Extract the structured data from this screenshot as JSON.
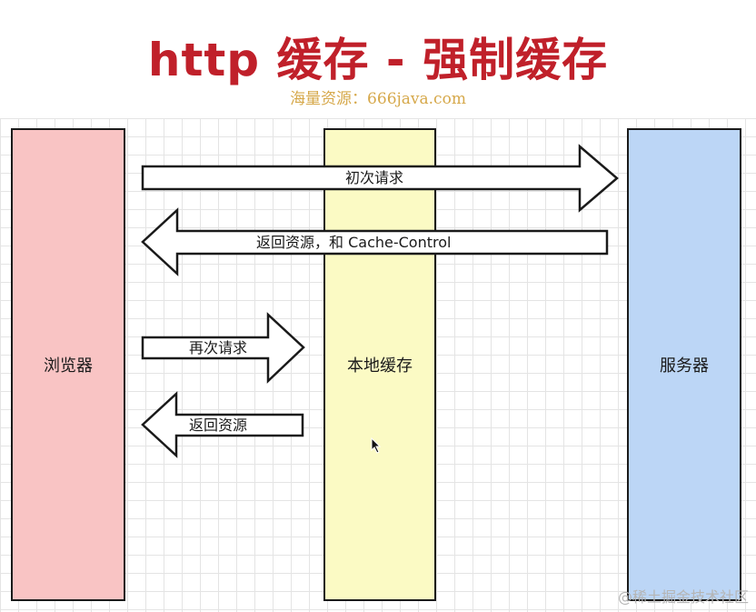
{
  "title": "http 缓存 - 强制缓存",
  "watermark_top": "海量资源：666java.com",
  "columns": {
    "browser": "浏览器",
    "cache": "本地缓存",
    "server": "服务器"
  },
  "arrows": {
    "first_request": "初次请求",
    "return_resource_cache_control": "返回资源，和 Cache-Control",
    "second_request": "再次请求",
    "return_resource": "返回资源"
  },
  "watermark_bottom": "@稀土掘金技术社区",
  "colors": {
    "title": "#c0202a",
    "browser": "#f9c4c4",
    "cache": "#fbfac4",
    "server": "#bcd6f6",
    "watermark_top": "#d6a84a"
  }
}
